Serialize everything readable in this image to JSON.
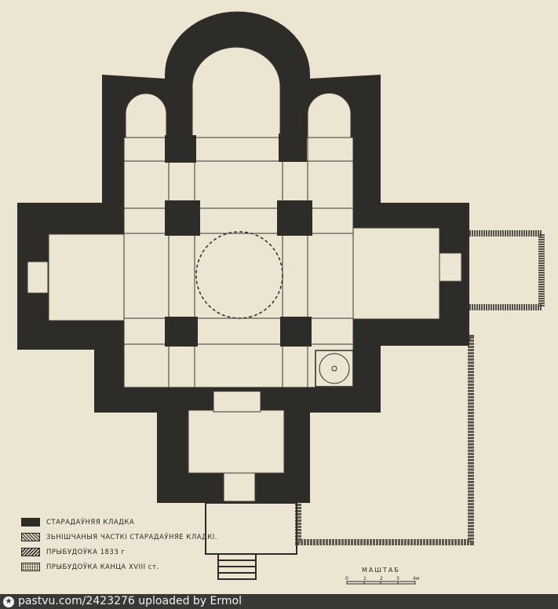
{
  "legend": [
    {
      "label": "СТАРАДАЎНЯЯ КЛАДКА"
    },
    {
      "label": "ЗЬНІШЧАНЫЯ ЧАСТКІ СТАРАДАЎНЯЕ КЛАДКІ."
    },
    {
      "label": "ПРЫБУДОЎКА 1833 г"
    },
    {
      "label": "ПРЫБУДОЎКА КАНЦА XVIII ст."
    }
  ],
  "scale": {
    "label": "МАШТАБ",
    "ticks": [
      "0",
      "1",
      "2",
      "3",
      "4м"
    ]
  },
  "footer": {
    "text": "pastvu.com/2423276  uploaded by Ermol",
    "icon": "star-icon"
  },
  "colors": {
    "masonry": "#2e2c29",
    "paper": "#ebe5d1"
  }
}
